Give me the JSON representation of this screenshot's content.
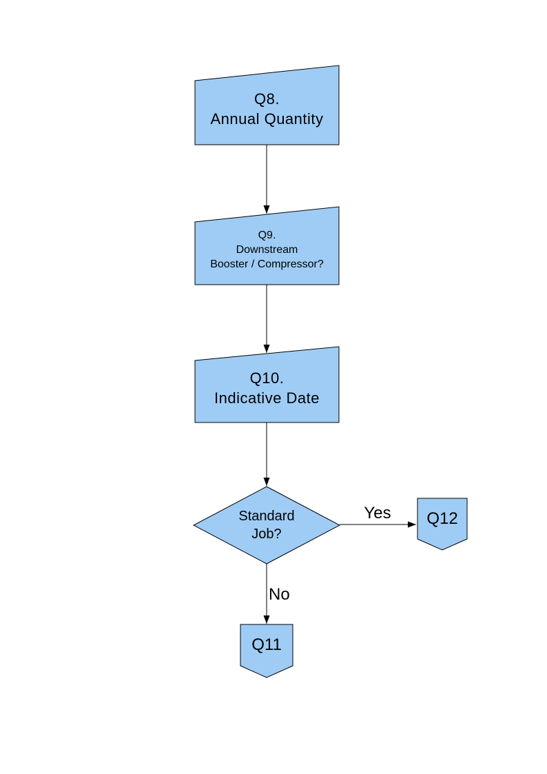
{
  "colors": {
    "page_background": "#ffffff",
    "node_fill": "#9fccf5",
    "node_stroke": "#000000",
    "connector": "#000000",
    "label_text": "#000000"
  },
  "nodes": {
    "q8": {
      "shape": "manual-input",
      "label": "Q8.\nAnnual Quantity"
    },
    "q9": {
      "shape": "manual-input",
      "label": "Q9.\nDownstream\nBooster / Compressor?"
    },
    "q10": {
      "shape": "manual-input",
      "label": "Q10.\nIndicative Date"
    },
    "decision": {
      "shape": "diamond",
      "label": "Standard\nJob?"
    },
    "q12": {
      "shape": "off-page-connector",
      "label": "Q12"
    },
    "q11": {
      "shape": "off-page-connector",
      "label": "Q11"
    }
  },
  "edges": {
    "decision_yes": {
      "label": "Yes"
    },
    "decision_no": {
      "label": "No"
    }
  }
}
